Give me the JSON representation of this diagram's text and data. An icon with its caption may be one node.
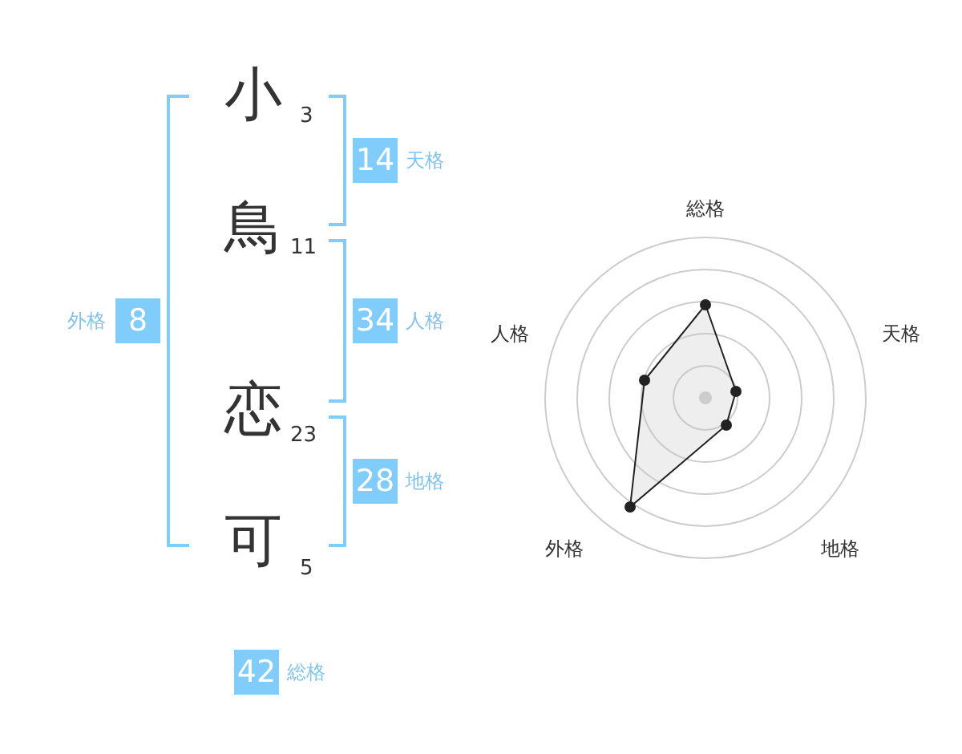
{
  "diagram": {
    "nodes": [
      {
        "text": [
          "14"
        ],
        "beside": [
          "天格"
        ]
      },
      {
        "text": [
          "8"
        ],
        "beside": [
          "外格"
        ]
      },
      {
        "text": [
          "34"
        ],
        "beside": [
          "人格"
        ]
      },
      {
        "text": [
          "28"
        ],
        "beside": [
          "地格"
        ]
      },
      {
        "text": [
          "42"
        ],
        "beside": [
          "総格"
        ]
      }
    ],
    "labels": [
      "小",
      "3",
      "鳥",
      "11",
      "恋",
      "23",
      "可",
      "5",
      "総格",
      "人格",
      "天格",
      "外格",
      "地格"
    ]
  }
}
